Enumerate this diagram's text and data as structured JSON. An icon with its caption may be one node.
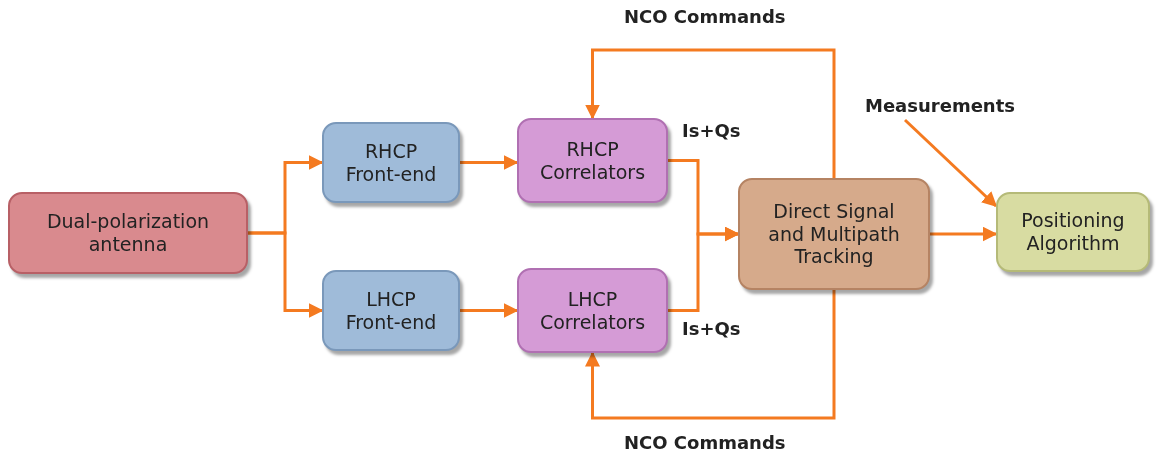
{
  "diagram": {
    "nodes": [
      {
        "text": [
          "Dual-polarization antenna"
        ]
      },
      {
        "text": [
          "RHCP Front-end"
        ]
      },
      {
        "text": [
          "RHCP Correlators"
        ]
      },
      {
        "text": [
          "LHCP Front-end"
        ]
      },
      {
        "text": [
          "LHCP Correlators"
        ]
      },
      {
        "text": [
          "Direct Signal and Multipath Tracking"
        ]
      },
      {
        "text": [
          "Positioning Algorithm"
        ]
      },
      {
        "text": [
          "Measurements"
        ]
      }
    ],
    "edges": [
      {
        "from": 0,
        "to": 1,
        "arrow": "to"
      },
      {
        "from": 0,
        "to": 3,
        "arrow": "to"
      },
      {
        "from": 1,
        "to": 2,
        "arrow": "to"
      },
      {
        "from": 3,
        "to": 4,
        "arrow": "to"
      },
      {
        "from": 2,
        "to": 5,
        "arrow": "to",
        "label": "Is+Qs"
      },
      {
        "from": 4,
        "to": 5,
        "arrow": "to",
        "label": "Is+Qs"
      },
      {
        "from": 5,
        "to": 2,
        "arrow": "to",
        "label": "NCO Commands"
      },
      {
        "from": 5,
        "to": 4,
        "arrow": "to",
        "label": "NCO Commands"
      },
      {
        "from": 5,
        "to": 6,
        "arrow": "to"
      },
      {
        "from": 7,
        "to": 6,
        "arrow": "to"
      }
    ]
  }
}
